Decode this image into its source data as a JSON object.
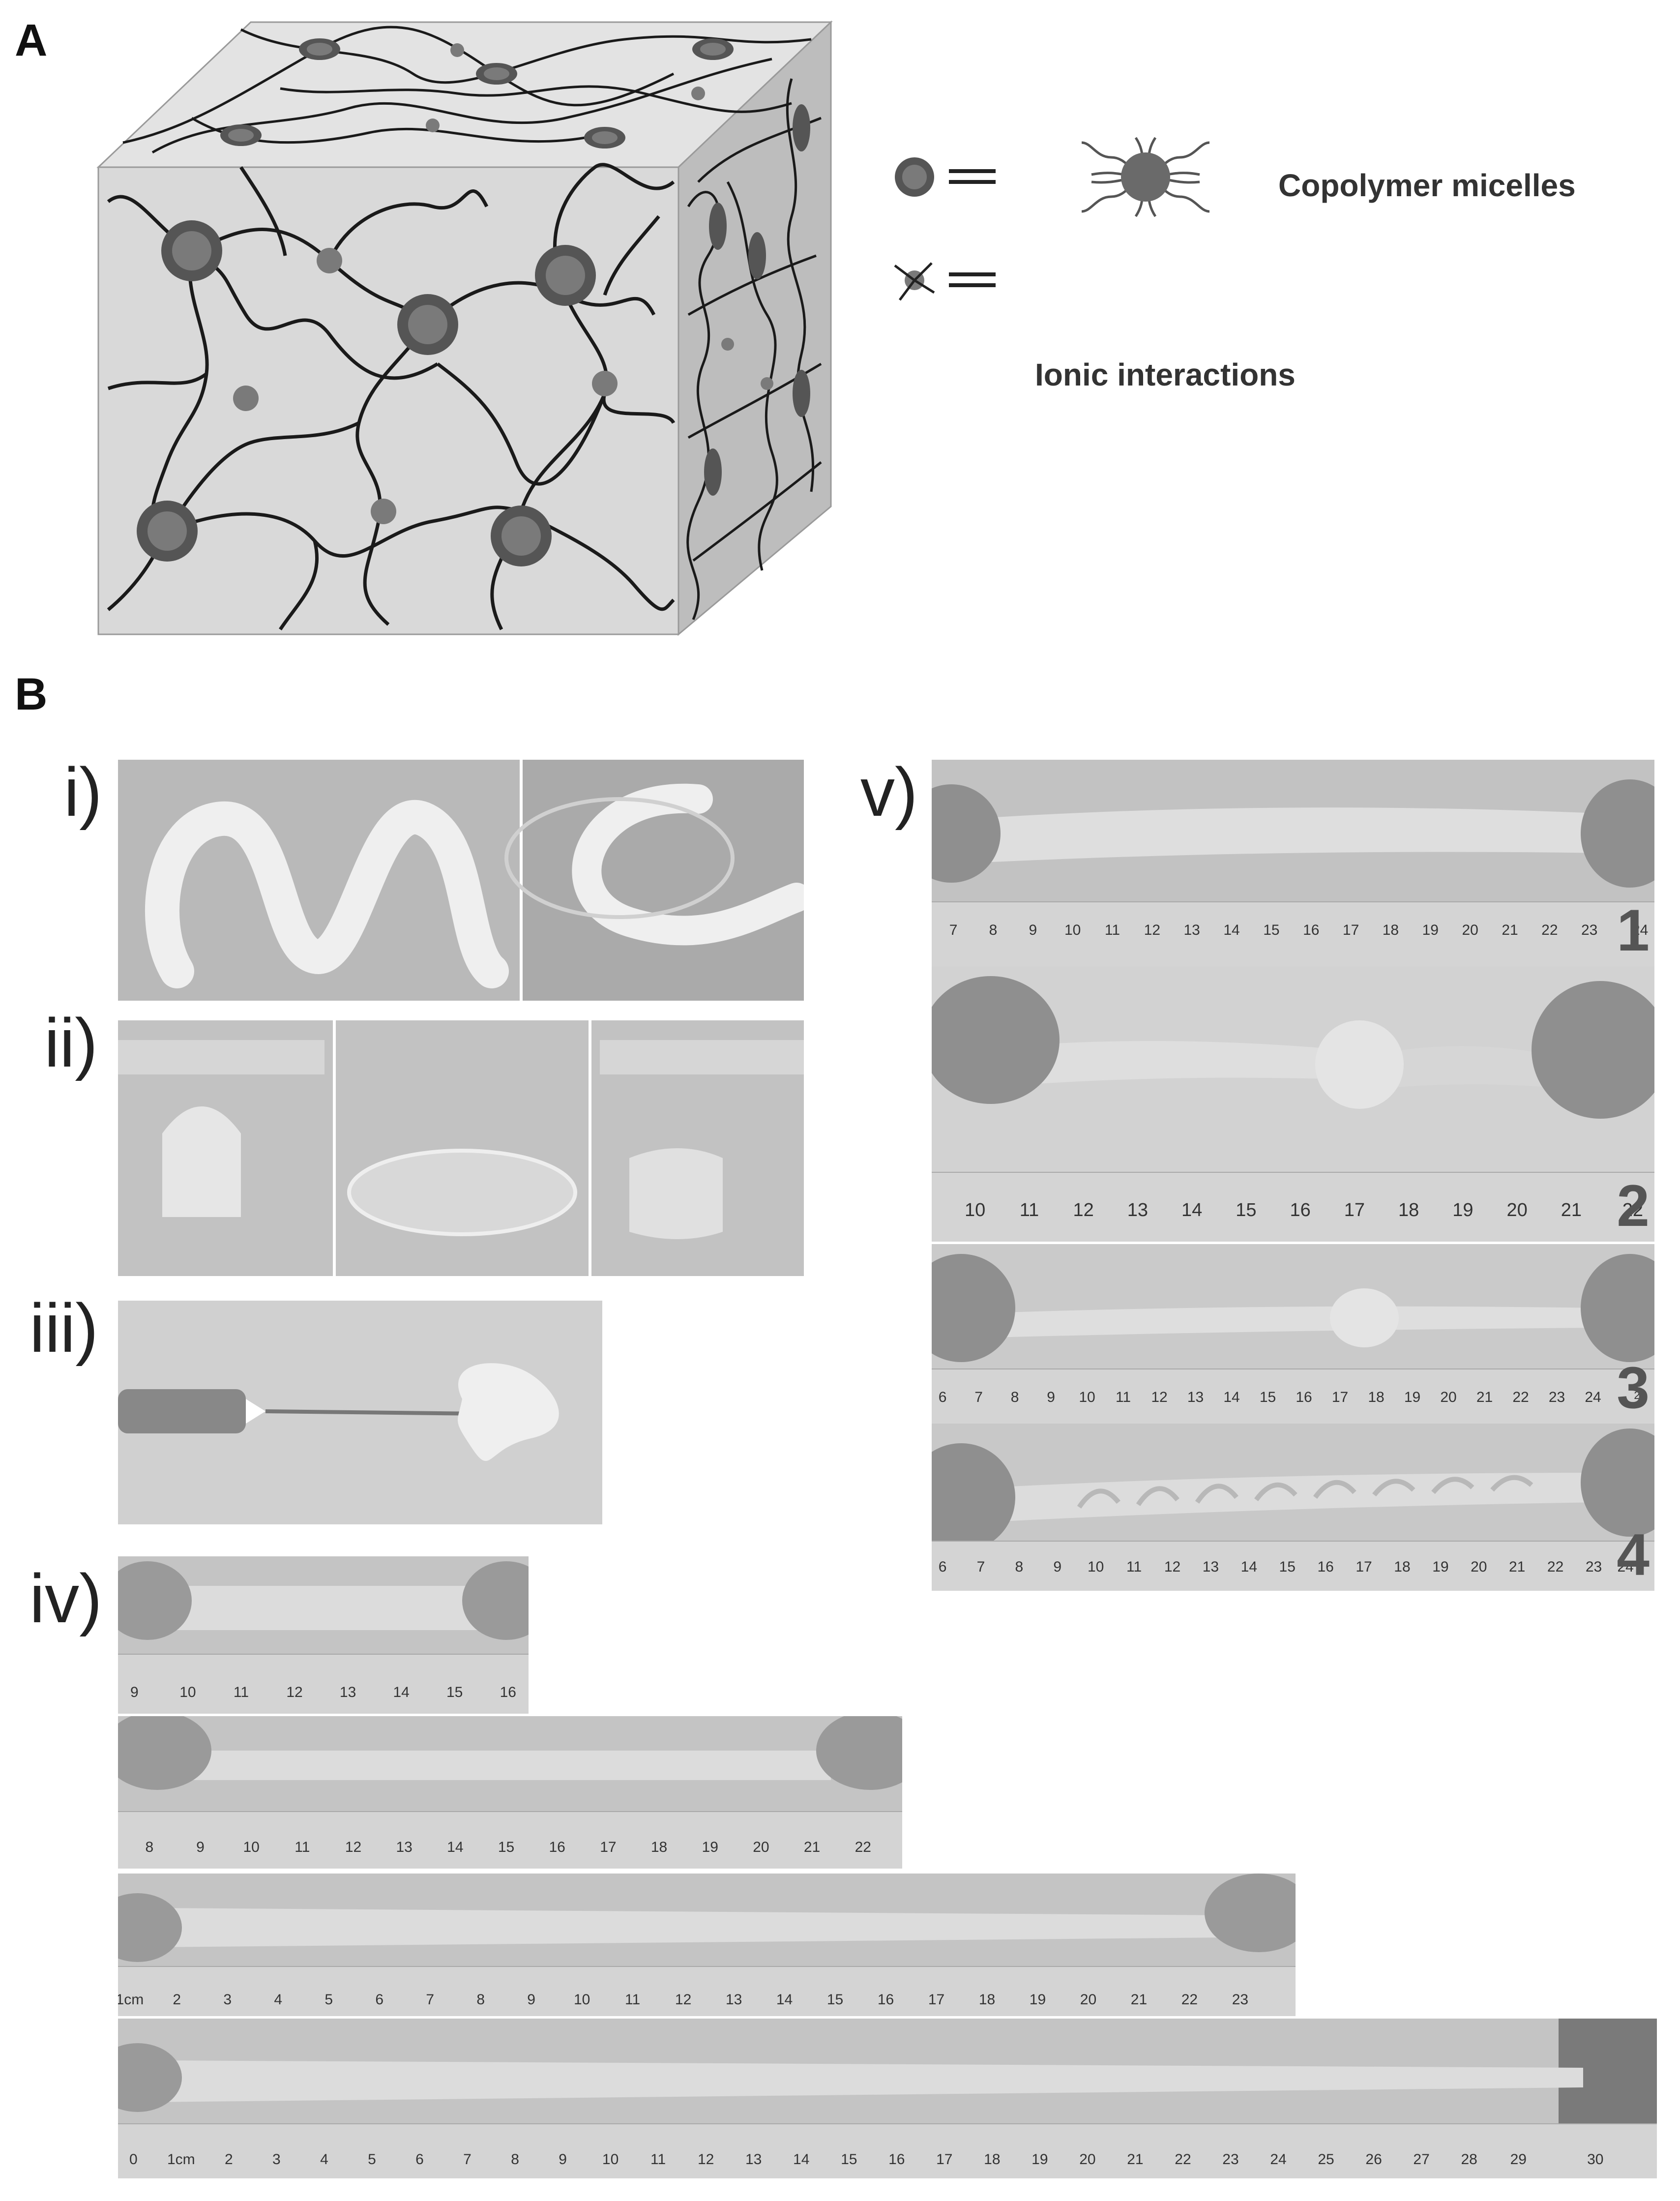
{
  "panels": {
    "a": {
      "label": "A"
    },
    "b": {
      "label": "B"
    }
  },
  "legend": {
    "micelles_label": "Copolymer micelles",
    "ionic_label": "Ionic interactions"
  },
  "sub_panels": {
    "i": "i)",
    "ii": "ii)",
    "iii": "iii)",
    "iv": "iv)",
    "v": "v)"
  },
  "rulers": {
    "iv_1": [
      "9",
      "10",
      "11",
      "12",
      "13",
      "14",
      "15",
      "16"
    ],
    "iv_2": [
      "8",
      "9",
      "10",
      "11",
      "12",
      "13",
      "14",
      "15",
      "16",
      "17",
      "18",
      "19",
      "20",
      "21",
      "22"
    ],
    "iv_3": [
      "1cm",
      "2",
      "3",
      "4",
      "5",
      "6",
      "7",
      "8",
      "9",
      "10",
      "11",
      "12",
      "13",
      "14",
      "15",
      "16",
      "17",
      "18",
      "19",
      "20",
      "21",
      "22",
      "23"
    ],
    "iv_4": [
      "0",
      "1cm",
      "2",
      "3",
      "4",
      "5",
      "6",
      "7",
      "8",
      "9",
      "10",
      "11",
      "12",
      "13",
      "14",
      "15",
      "16",
      "17",
      "18",
      "19",
      "20",
      "21",
      "22",
      "23",
      "24",
      "25",
      "26",
      "27",
      "28",
      "29",
      "30"
    ],
    "v_1": [
      "7",
      "8",
      "9",
      "10",
      "11",
      "12",
      "13",
      "14",
      "15",
      "16",
      "17",
      "18",
      "19",
      "20",
      "21",
      "22",
      "23",
      "24"
    ],
    "v_2": [
      "10",
      "11",
      "12",
      "13",
      "14",
      "15",
      "16",
      "17",
      "18",
      "19",
      "20",
      "21",
      "22"
    ],
    "v_3": [
      "6",
      "7",
      "8",
      "9",
      "10",
      "11",
      "12",
      "13",
      "14",
      "15",
      "16",
      "17",
      "18",
      "19",
      "20",
      "21",
      "22",
      "23",
      "24",
      "25"
    ],
    "v_4": [
      "6",
      "7",
      "8",
      "9",
      "10",
      "11",
      "12",
      "13",
      "14",
      "15",
      "16",
      "17",
      "18",
      "19",
      "20",
      "21",
      "22",
      "23",
      "24"
    ]
  },
  "v_sequence": [
    "1",
    "2",
    "3",
    "4"
  ],
  "colors": {
    "cube_face": "#d9d9d9",
    "micelle_outer": "#555555",
    "micelle_inner": "#7a7a7a",
    "chain": "#1a1a1a",
    "photo_bg": "#c8c8c8",
    "gel": "#efefef"
  }
}
